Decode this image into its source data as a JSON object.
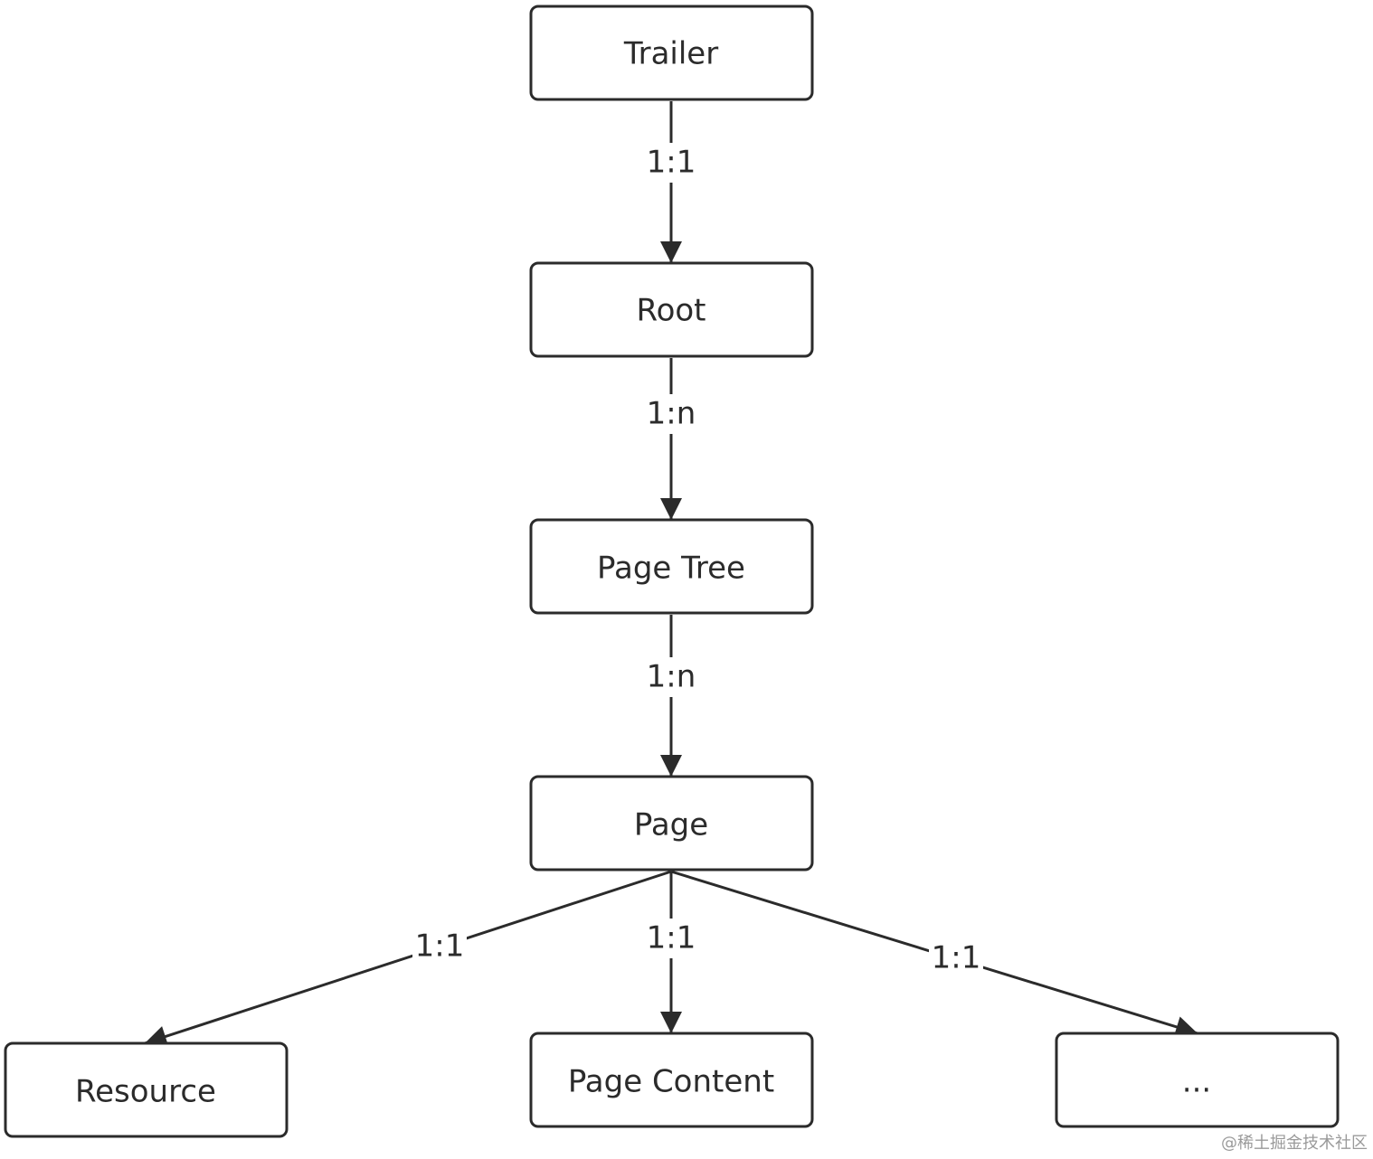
{
  "nodes": {
    "trailer": "Trailer",
    "root": "Root",
    "page_tree": "Page Tree",
    "page": "Page",
    "resource": "Resource",
    "page_content": "Page Content",
    "ellipsis": "..."
  },
  "edges": {
    "trailer_root": "1:1",
    "root_pagetree": "1:n",
    "pagetree_page": "1:n",
    "page_resource": "1:1",
    "page_content": "1:1",
    "page_ellipsis": "1:1"
  },
  "watermark": "@稀土掘金技术社区"
}
